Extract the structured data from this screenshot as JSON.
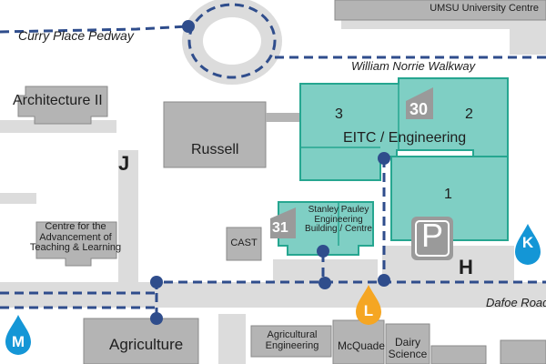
{
  "map": {
    "colors": {
      "background": "#ffffff",
      "road": "#dcdcdc",
      "building": "#b4b4b4",
      "building_stroke": "#8a8a8a",
      "engineering_fill": "#7fcfc4",
      "engineering_stroke": "#26a690",
      "pedway_path": "#2f4d8c",
      "marker_blue": "#1496d6",
      "marker_orange": "#f5a623",
      "parking_sign": "#9a9a9a"
    },
    "buildings": {
      "umsu": "UMSU University Centre",
      "architecture": "Architecture II",
      "russell": "Russell",
      "eitc": "EITC / Engineering",
      "eitc_wing_3": "3",
      "eitc_wing_2": "2",
      "eitc_wing_1": "1",
      "eitc_number": "30",
      "stanley": "Stanley Pauley Engineering Building / Centre",
      "stanley_number": "31",
      "cast": "CAST",
      "centre": "Centre for the Advancement of Teaching & Learning",
      "agriculture": "Agriculture",
      "ag_engineering": "Agricultural Engineering",
      "mcquade": "McQuade",
      "dairy": "Dairy Science"
    },
    "paths": {
      "curry": "Curry Place Pedway",
      "norrie": "William Norrie Walkway",
      "dafoe": "Dafoe Road"
    },
    "zones": {
      "j": "J",
      "h": "H"
    },
    "markers": {
      "k": "K",
      "l": "L",
      "m": "M"
    },
    "parking_label": "P"
  }
}
